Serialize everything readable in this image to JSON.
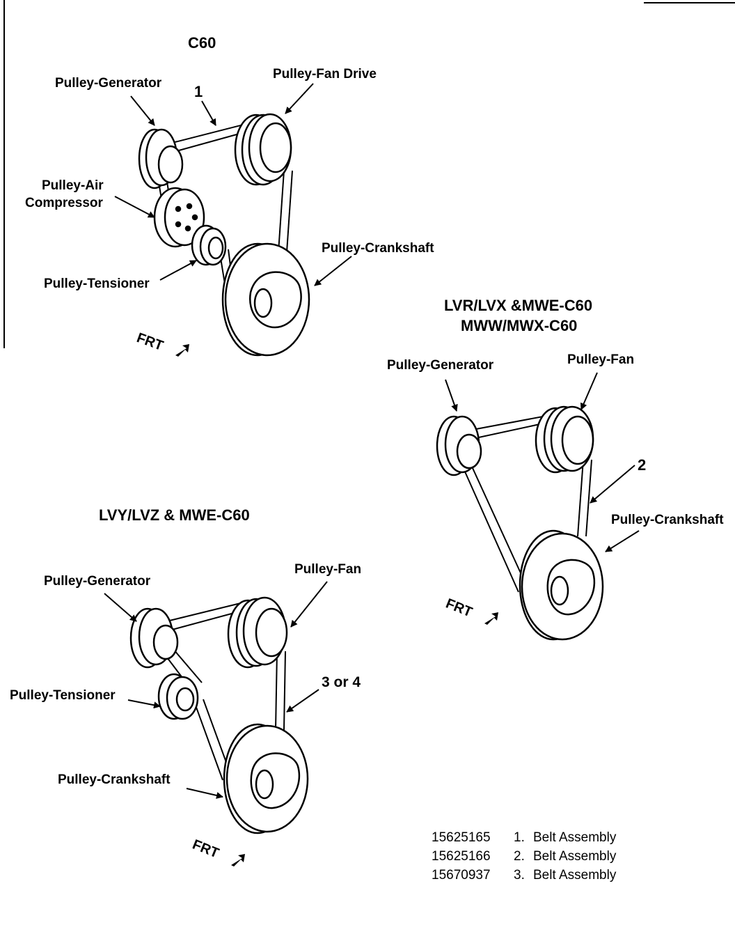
{
  "diagram_c60": {
    "title": "C60",
    "belt_number": "1",
    "labels": {
      "generator": "Pulley-Generator",
      "fan_drive": "Pulley-Fan Drive",
      "air_compressor_line1": "Pulley-Air",
      "air_compressor_line2": "Compressor",
      "tensioner": "Pulley-Tensioner",
      "crankshaft": "Pulley-Crankshaft"
    },
    "frt": "FRT"
  },
  "diagram_lvr": {
    "title_line1": "LVR/LVX &MWE-C60",
    "title_line2": "MWW/MWX-C60",
    "belt_number": "2",
    "labels": {
      "generator": "Pulley-Generator",
      "fan": "Pulley-Fan",
      "crankshaft": "Pulley-Crankshaft"
    },
    "frt": "FRT"
  },
  "diagram_lvy": {
    "title": "LVY/LVZ & MWE-C60",
    "belt_number": "3 or 4",
    "labels": {
      "generator": "Pulley-Generator",
      "fan": "Pulley-Fan",
      "tensioner": "Pulley-Tensioner",
      "crankshaft": "Pulley-Crankshaft"
    },
    "frt": "FRT"
  },
  "parts_list": [
    {
      "part_number": "15625165",
      "item": "1.",
      "description": "Belt Assembly"
    },
    {
      "part_number": "15625166",
      "item": "2.",
      "description": "Belt Assembly"
    },
    {
      "part_number": "15670937",
      "item": "3.",
      "description": "Belt Assembly"
    }
  ]
}
